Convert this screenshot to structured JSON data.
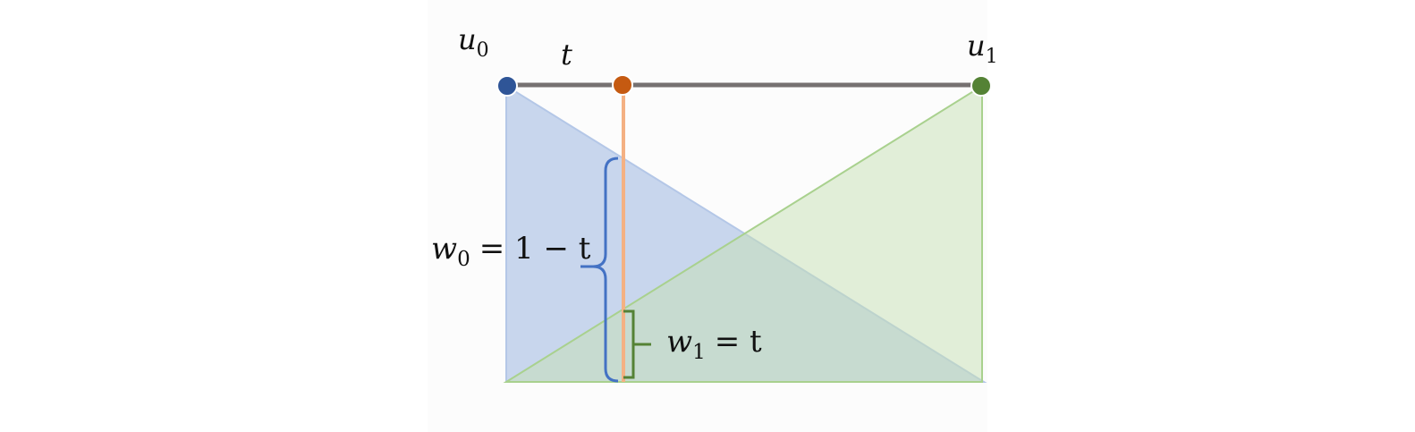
{
  "diagram": {
    "labels": {
      "u0": {
        "base": "u",
        "sub": "0"
      },
      "u1": {
        "base": "u",
        "sub": "1"
      },
      "t": "t",
      "w0": {
        "base": "w",
        "sub": "0",
        "rhs": "= 1 − t"
      },
      "w1": {
        "base": "w",
        "sub": "1",
        "rhs": "= t"
      }
    },
    "interpolation_t": 0.245,
    "colors": {
      "u0_point": "#2f5597",
      "t_point": "#c55a11",
      "u1_point": "#548235",
      "segment": "#767171",
      "weight0_fill": "#b4c7e7",
      "weight1_fill": "#c5e0b4",
      "sample_line": "#f4b183",
      "brace0": "#4472c4",
      "brace1": "#548235"
    }
  }
}
